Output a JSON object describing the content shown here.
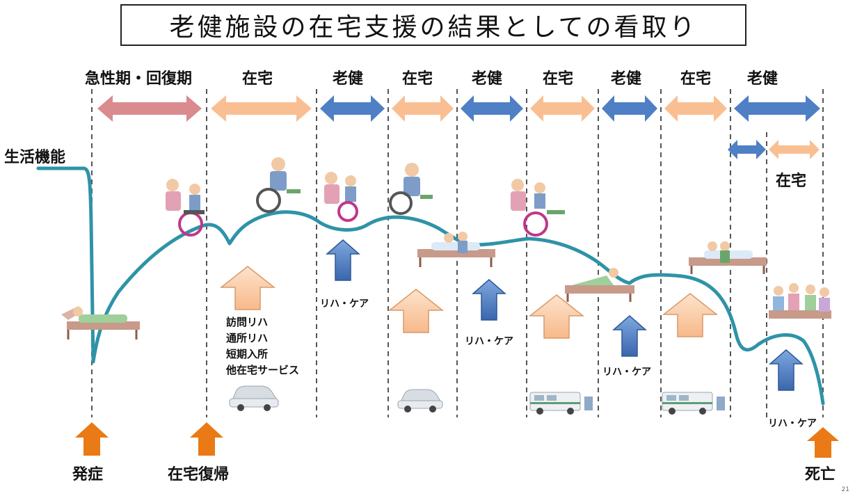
{
  "title": "老健施設の在宅支援の結果としての看取り",
  "y_label": "生活機能",
  "phases": [
    "急性期・回復期",
    "在宅",
    "老健",
    "在宅",
    "老健",
    "在宅",
    "老健",
    "在宅",
    "老健"
  ],
  "sub_phase": "在宅",
  "services": [
    "訪問リハ",
    "通所リハ",
    "短期入所",
    "他在宅サービス"
  ],
  "rehab_care": "リハ・ケア",
  "events": {
    "onset": "発症",
    "return_home": "在宅復帰",
    "death": "死亡"
  },
  "page_number": "21",
  "colors": {
    "acute": "#d98b8e",
    "home": "#f9bf93",
    "roken": "#4f7fc4",
    "curve": "#2f93a8",
    "event_arrow": "#ea7a16",
    "dash": "#555555"
  }
}
